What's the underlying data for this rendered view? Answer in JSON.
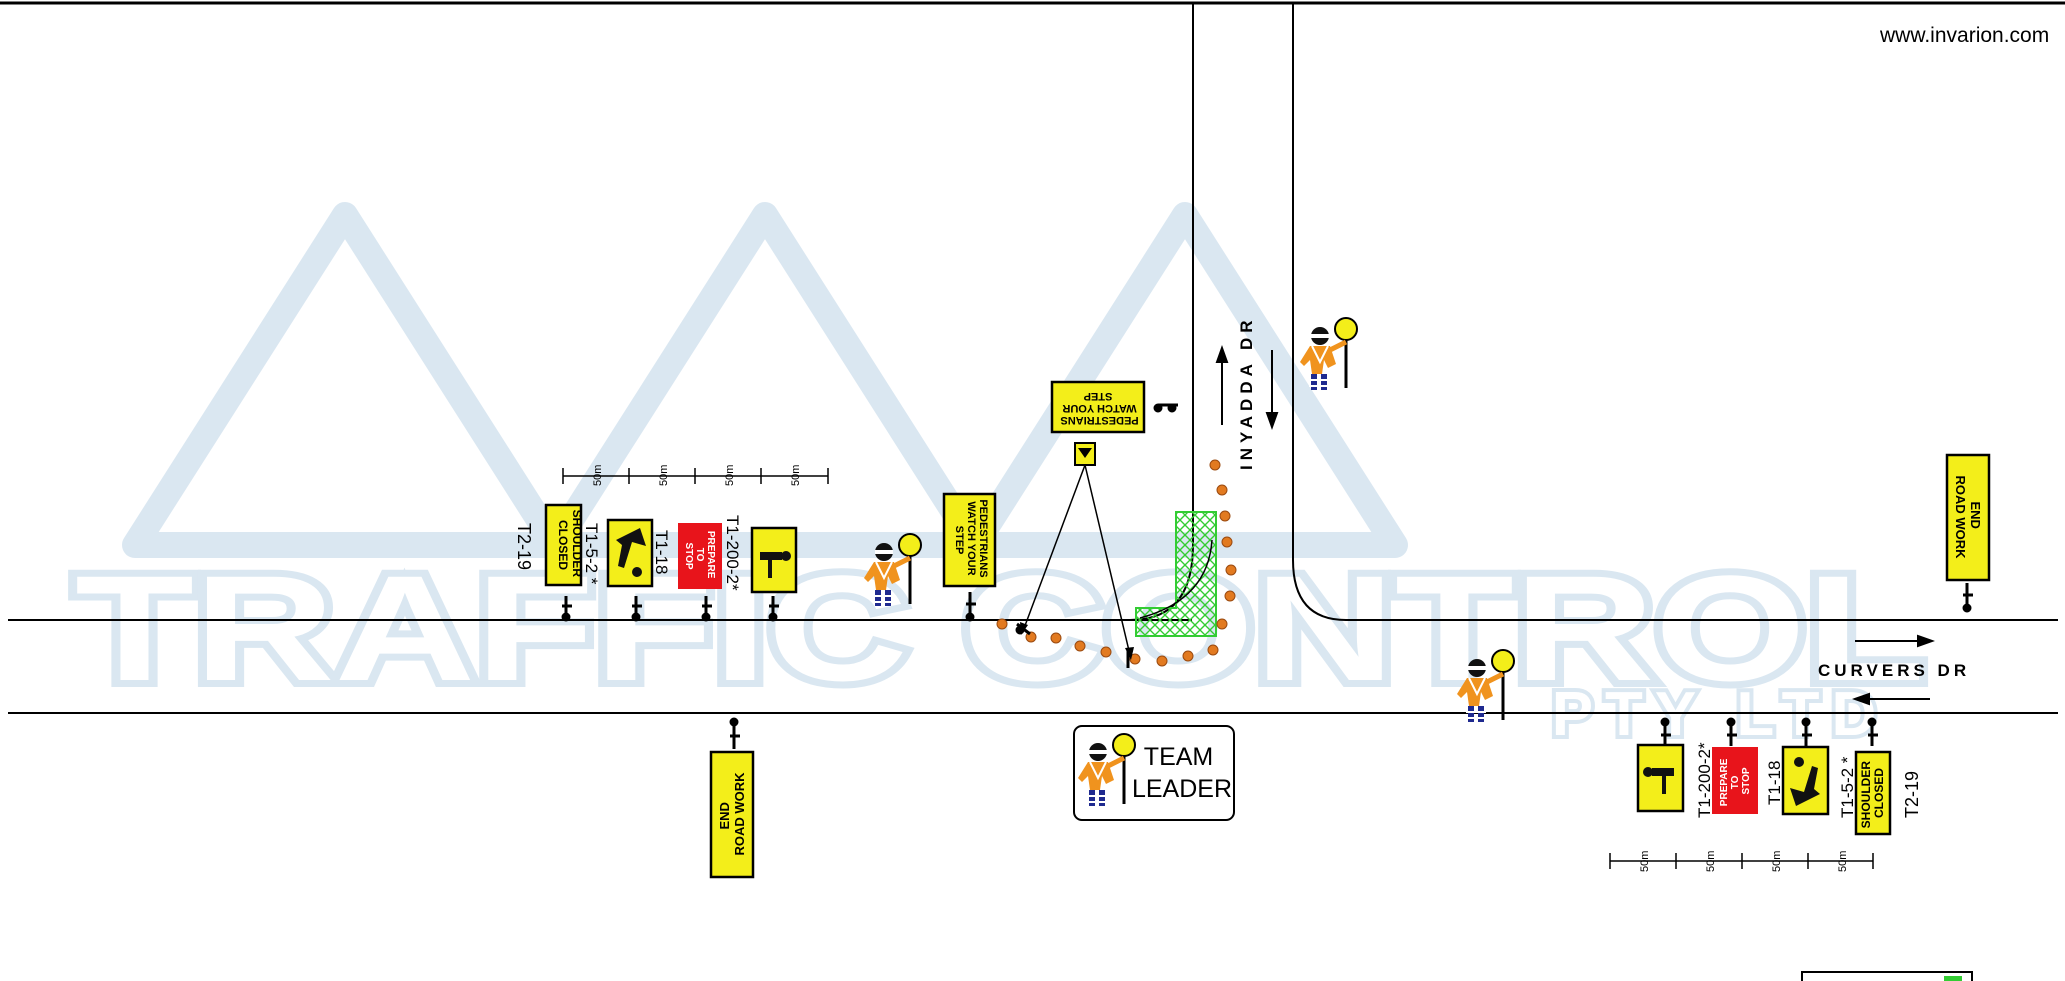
{
  "header": {
    "url": "www.invarion.com"
  },
  "watermark": {
    "line1": "TRAFFIC CONTROL",
    "line2": "PTY LTD"
  },
  "roads": {
    "main": "CURVERS DR",
    "side": "INYADDA DR"
  },
  "left_series": {
    "codes": [
      "T2-19",
      "T1-5-2 *",
      "T1-18",
      "T1-200-2*"
    ],
    "shoulder_closed": [
      "SHOULDER",
      "CLOSED"
    ],
    "prepare_to_stop": [
      "PREPARE",
      "TO",
      "STOP"
    ],
    "spacing": [
      "50m",
      "50m",
      "50m",
      "50m"
    ]
  },
  "right_series": {
    "codes": [
      "T1-200-2*",
      "T1-18",
      "T1-5-2 *",
      "T2-19"
    ],
    "shoulder_closed": [
      "SHOULDER",
      "CLOSED"
    ],
    "prepare_to_stop": [
      "PREPARE",
      "TO",
      "STOP"
    ],
    "spacing": [
      "50m",
      "50m",
      "50m",
      "50m"
    ]
  },
  "pedestrian_signs": {
    "left": [
      "PEDESTRIANS",
      "WATCH YOUR",
      "STEP"
    ],
    "top": [
      "PEDESTRIANS",
      "WATCH YOUR",
      "STEP"
    ]
  },
  "end_road_work": {
    "left": [
      "END",
      "ROAD WORK"
    ],
    "right": [
      "END",
      "ROAD WORK"
    ]
  },
  "legend": {
    "team_leader": [
      "TEAM",
      "LEADER"
    ]
  },
  "colors": {
    "sign_yellow": "#f3ee1a",
    "sign_red": "#e8141b",
    "cone_orange": "#e27a20",
    "work_area_green": "#33cc33",
    "watermark_blue": "#bcd4e6",
    "worker_orange": "#f0931e",
    "worker_blue": "#1f2a8f"
  }
}
